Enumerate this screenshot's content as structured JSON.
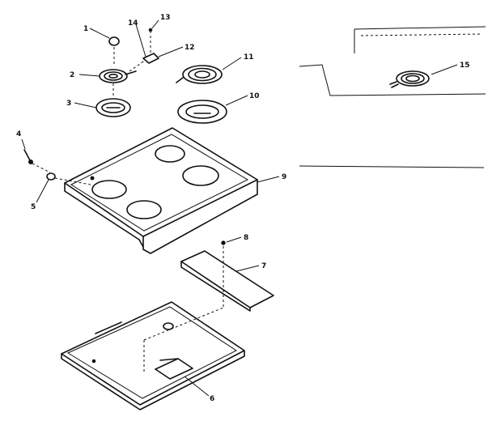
{
  "parts": [
    {
      "key": "p1",
      "label": "1"
    },
    {
      "key": "p2",
      "label": "2"
    },
    {
      "key": "p3",
      "label": "3"
    },
    {
      "key": "p4",
      "label": "4"
    },
    {
      "key": "p5",
      "label": "5"
    },
    {
      "key": "p6",
      "label": "6"
    },
    {
      "key": "p7",
      "label": "7"
    },
    {
      "key": "p8",
      "label": "8"
    },
    {
      "key": "p9",
      "label": "9"
    },
    {
      "key": "p10",
      "label": "10"
    },
    {
      "key": "p11",
      "label": "11"
    },
    {
      "key": "p12",
      "label": "12"
    },
    {
      "key": "p13",
      "label": "13"
    },
    {
      "key": "p14",
      "label": "14"
    },
    {
      "key": "p15",
      "label": "15"
    }
  ],
  "colors": {
    "ink": "#111111",
    "paper": "#ffffff"
  }
}
